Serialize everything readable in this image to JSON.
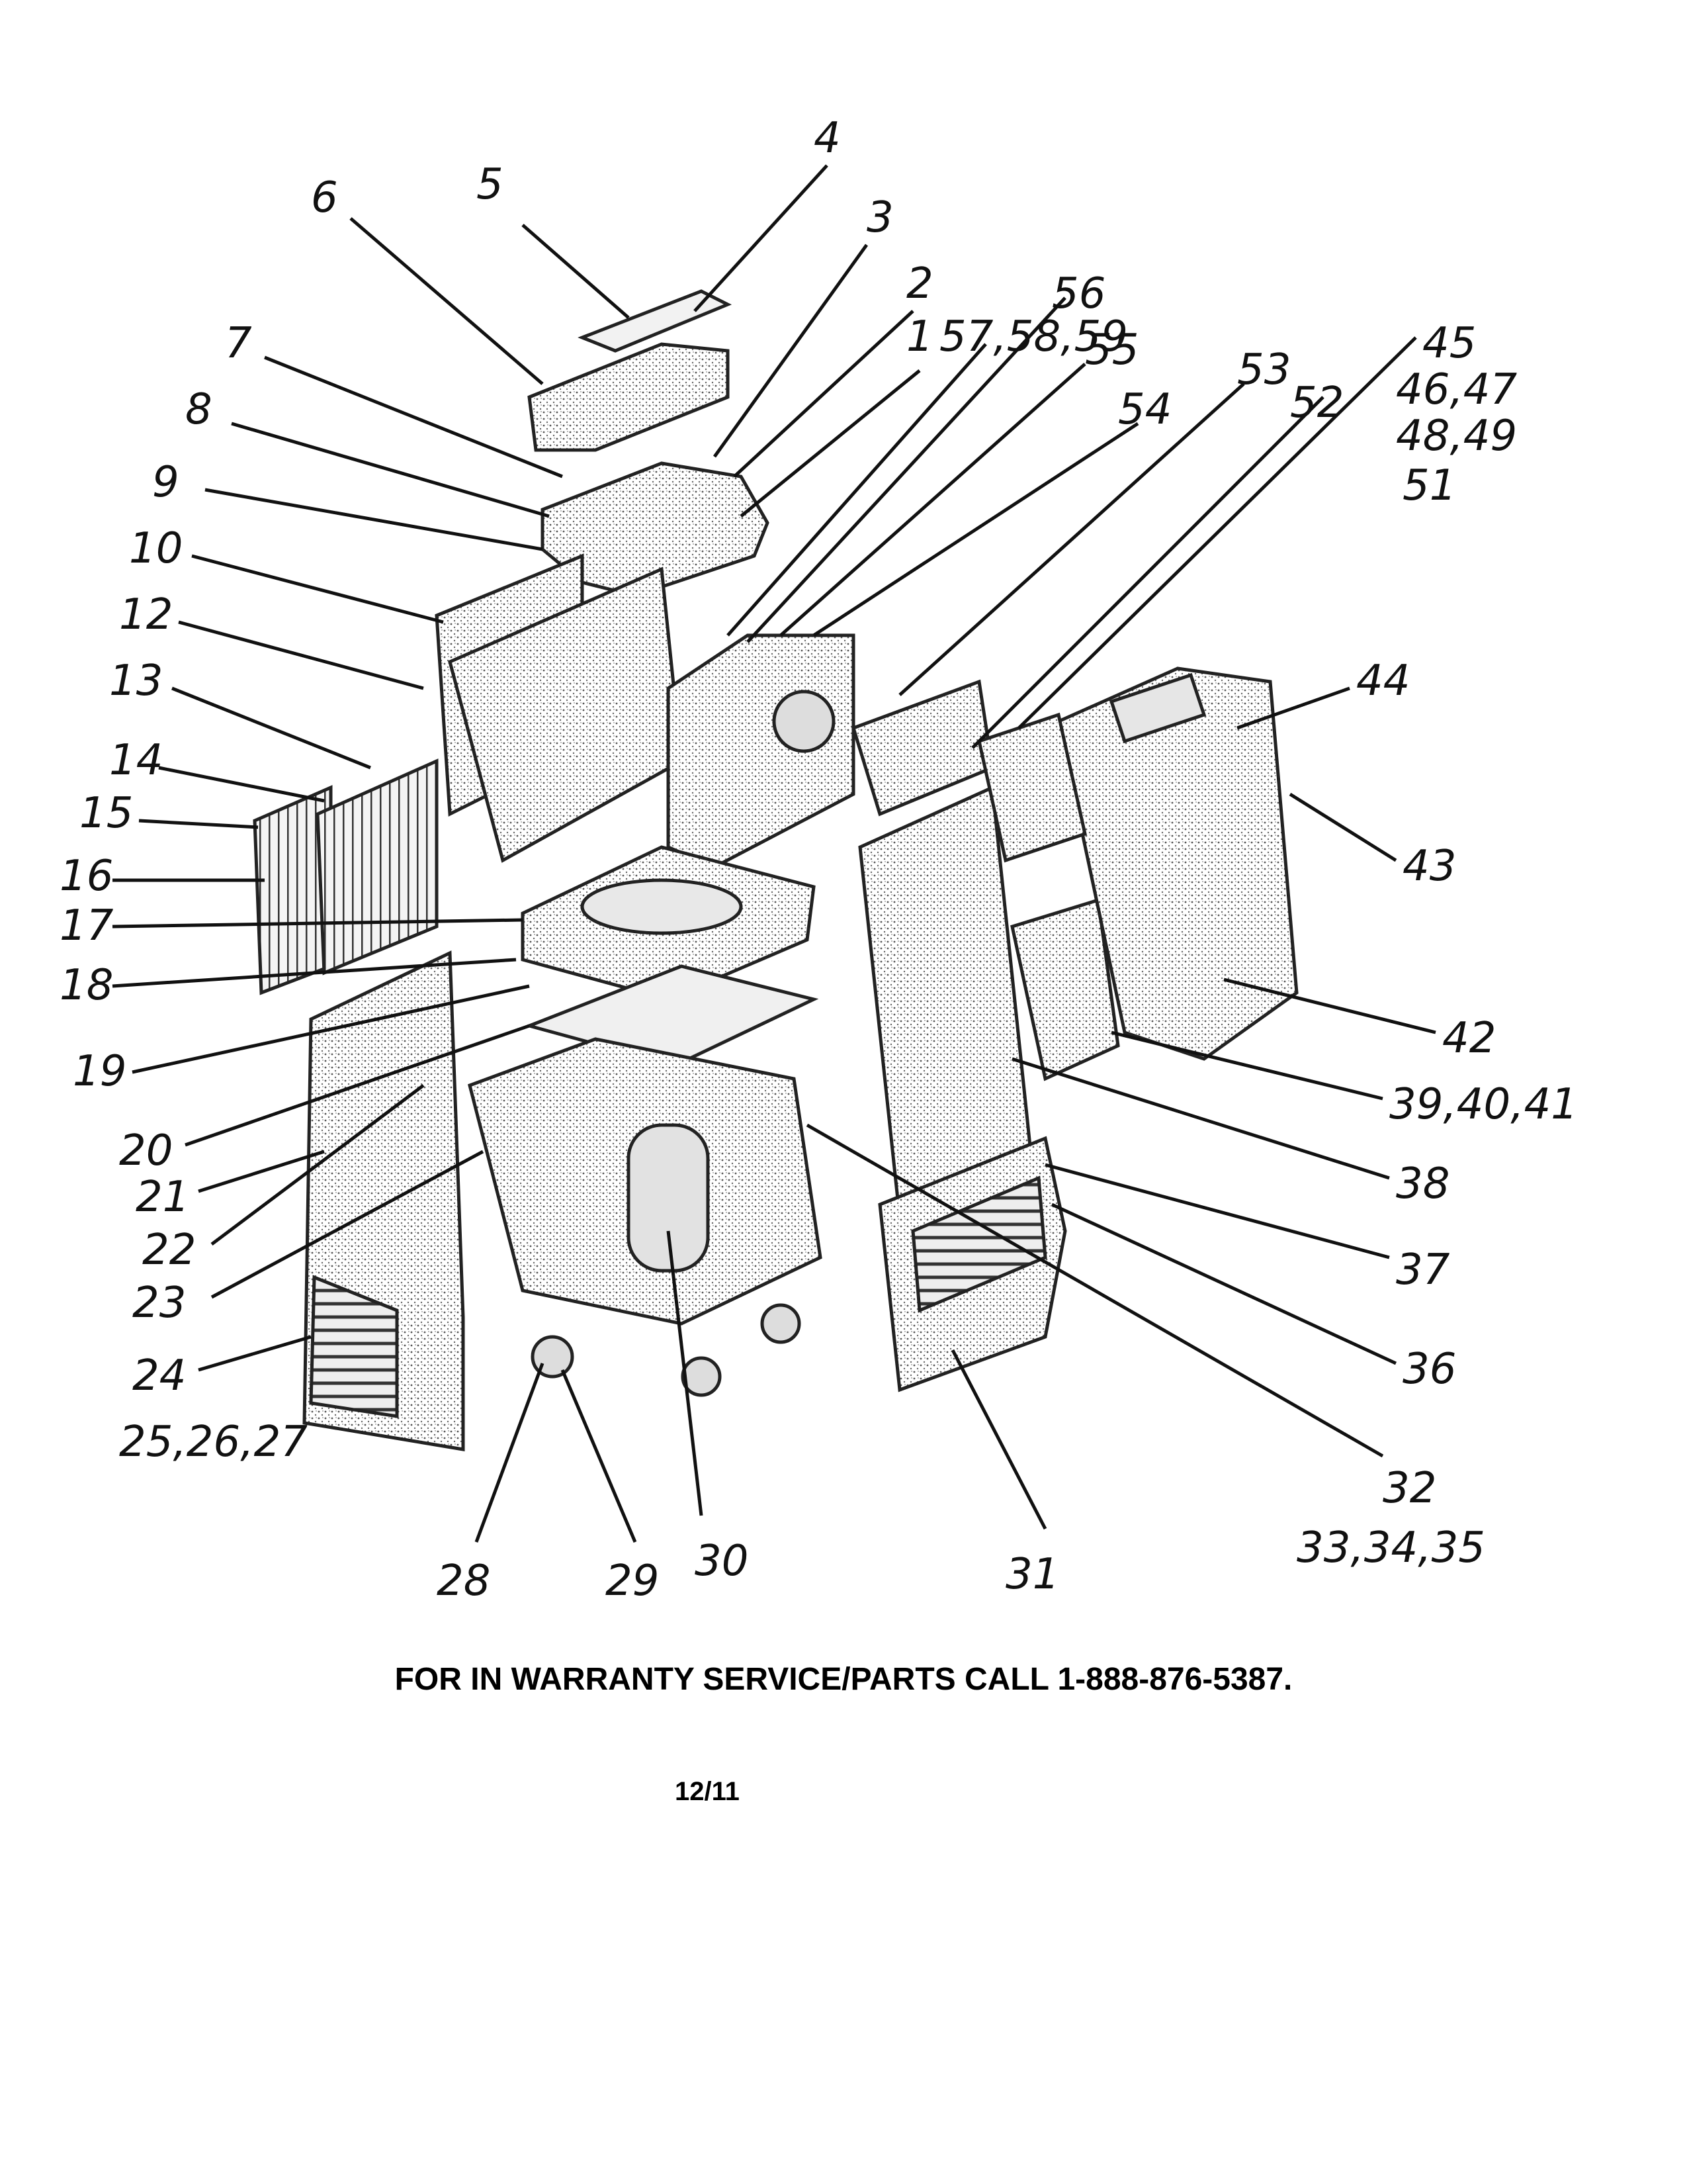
{
  "callouts": [
    {
      "id": "c1",
      "text": "1"
    },
    {
      "id": "c2",
      "text": "2"
    },
    {
      "id": "c3",
      "text": "3"
    },
    {
      "id": "c4",
      "text": "4"
    },
    {
      "id": "c5",
      "text": "5"
    },
    {
      "id": "c6",
      "text": "6"
    },
    {
      "id": "c7",
      "text": "7"
    },
    {
      "id": "c8",
      "text": "8"
    },
    {
      "id": "c9",
      "text": "9"
    },
    {
      "id": "c10",
      "text": "10"
    },
    {
      "id": "c12",
      "text": "12"
    },
    {
      "id": "c13",
      "text": "13"
    },
    {
      "id": "c14",
      "text": "14"
    },
    {
      "id": "c15",
      "text": "15"
    },
    {
      "id": "c16",
      "text": "16"
    },
    {
      "id": "c17",
      "text": "17"
    },
    {
      "id": "c18",
      "text": "18"
    },
    {
      "id": "c19",
      "text": "19"
    },
    {
      "id": "c20",
      "text": "20"
    },
    {
      "id": "c21",
      "text": "21"
    },
    {
      "id": "c22",
      "text": "22"
    },
    {
      "id": "c23",
      "text": "23"
    },
    {
      "id": "c24",
      "text": "24"
    },
    {
      "id": "c25",
      "text": "25,26,27"
    },
    {
      "id": "c28",
      "text": "28"
    },
    {
      "id": "c29",
      "text": "29"
    },
    {
      "id": "c30",
      "text": "30"
    },
    {
      "id": "c31",
      "text": "31"
    },
    {
      "id": "c32a",
      "text": "32"
    },
    {
      "id": "c32b",
      "text": "33,34,35"
    },
    {
      "id": "c36",
      "text": "36"
    },
    {
      "id": "c37",
      "text": "37"
    },
    {
      "id": "c38",
      "text": "38"
    },
    {
      "id": "c39",
      "text": "39,40,41"
    },
    {
      "id": "c42",
      "text": "42"
    },
    {
      "id": "c43",
      "text": "43"
    },
    {
      "id": "c44",
      "text": "44"
    },
    {
      "id": "c45a",
      "text": "45"
    },
    {
      "id": "c45b",
      "text": "46,47"
    },
    {
      "id": "c45c",
      "text": "48,49"
    },
    {
      "id": "c45d",
      "text": "51"
    },
    {
      "id": "c52",
      "text": "52"
    },
    {
      "id": "c53",
      "text": "53"
    },
    {
      "id": "c54",
      "text": "54"
    },
    {
      "id": "c55",
      "text": "55"
    },
    {
      "id": "c56",
      "text": "56"
    },
    {
      "id": "c57",
      "text": "57,58,59"
    }
  ],
  "footer": {
    "warranty": "FOR IN WARRANTY SERVICE/PARTS CALL 1-888-876-5387.",
    "revision": "12/11"
  },
  "colors": {
    "ink": "#111111",
    "stipple": "#dcdcdc",
    "background": "#ffffff"
  }
}
